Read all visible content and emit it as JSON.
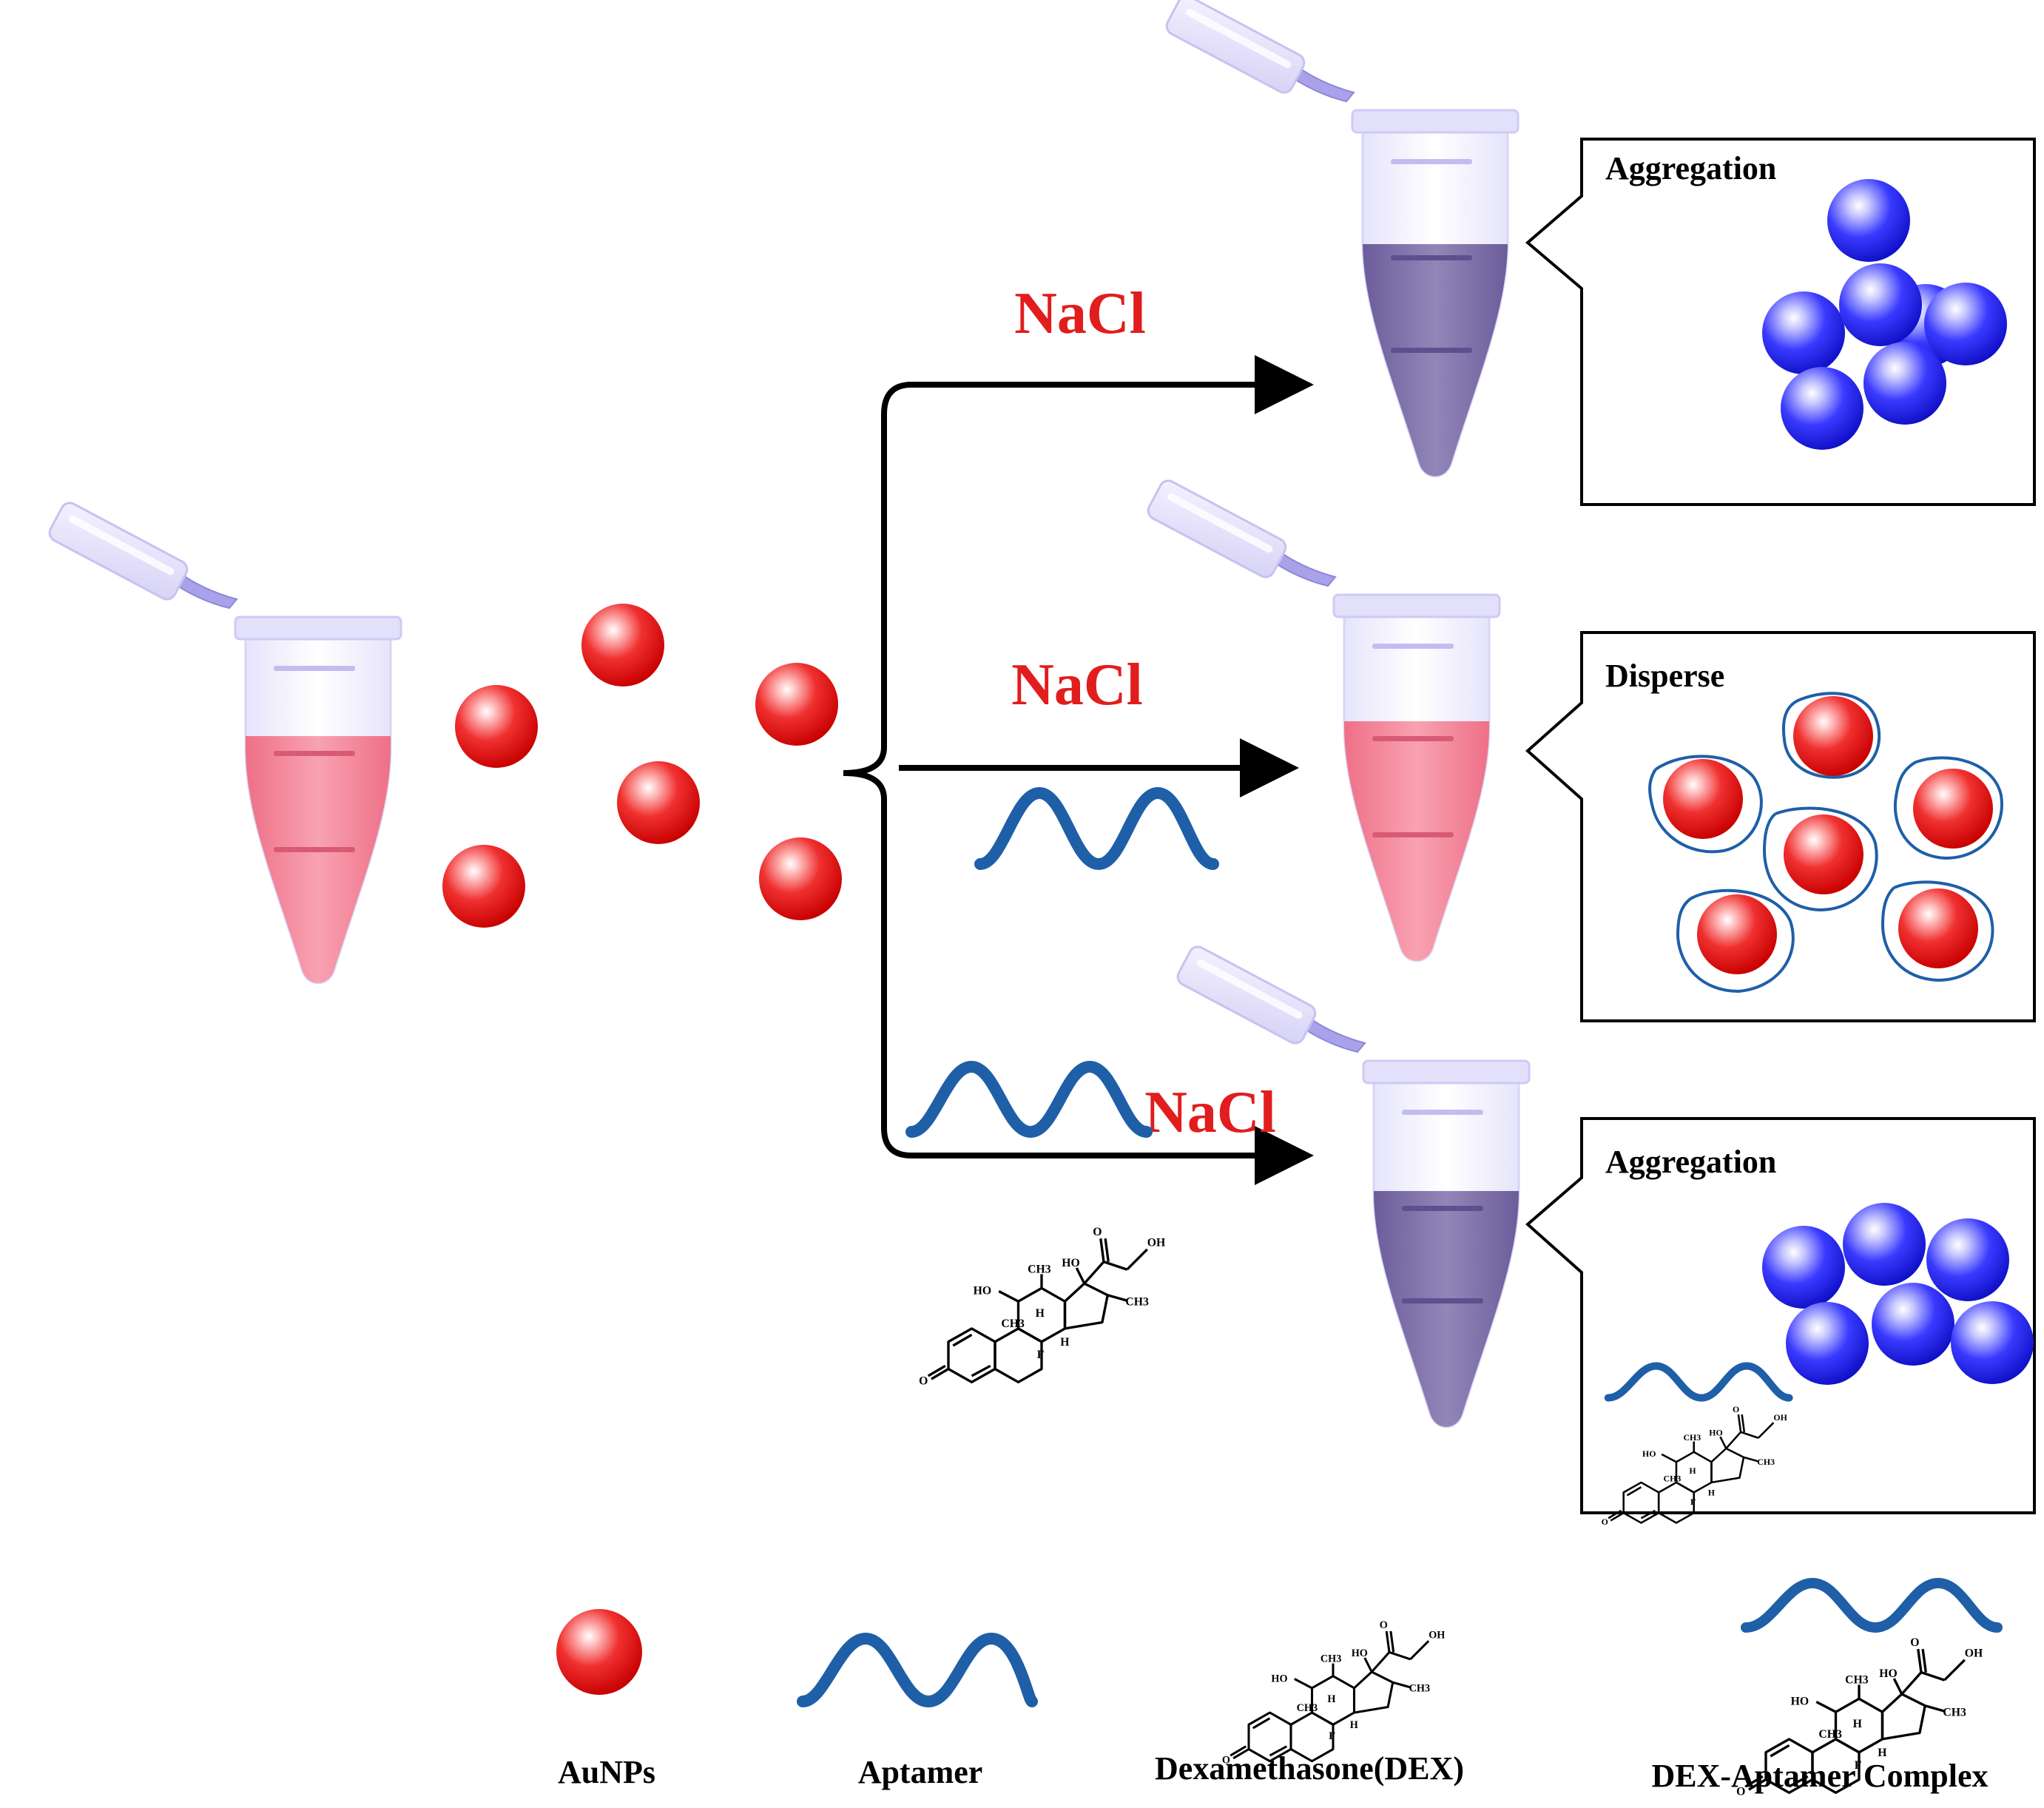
{
  "reagent": {
    "label": "NaCl",
    "color": "#e11d1d"
  },
  "panels": [
    {
      "label": "Aggregation"
    },
    {
      "label": "Disperse"
    },
    {
      "label": "Aggregation"
    }
  ],
  "legend": [
    {
      "label": "AuNPs",
      "icon": "aunp-sphere-icon"
    },
    {
      "label": "Aptamer",
      "icon": "aptamer-wave-icon"
    },
    {
      "label": "Dexamethasone(DEX)",
      "icon": "dex-structure-icon"
    },
    {
      "label": "DEX-Aptamer Complex",
      "icon": "dex-aptamer-complex-icon"
    }
  ],
  "chem_labels": {
    "ho": "HO",
    "oh": "OH",
    "ch3": "CH3",
    "o": "O",
    "h": "H",
    "f": "F"
  },
  "colors": {
    "aunp_red": "#e8101a",
    "aggregated_blue": "#2020e6",
    "aptamer_blue": "#1e5fa8",
    "solution_pink": "#f58a9e",
    "solution_purple": "#7d6fa6",
    "tube_lavender": "#eceafc"
  }
}
